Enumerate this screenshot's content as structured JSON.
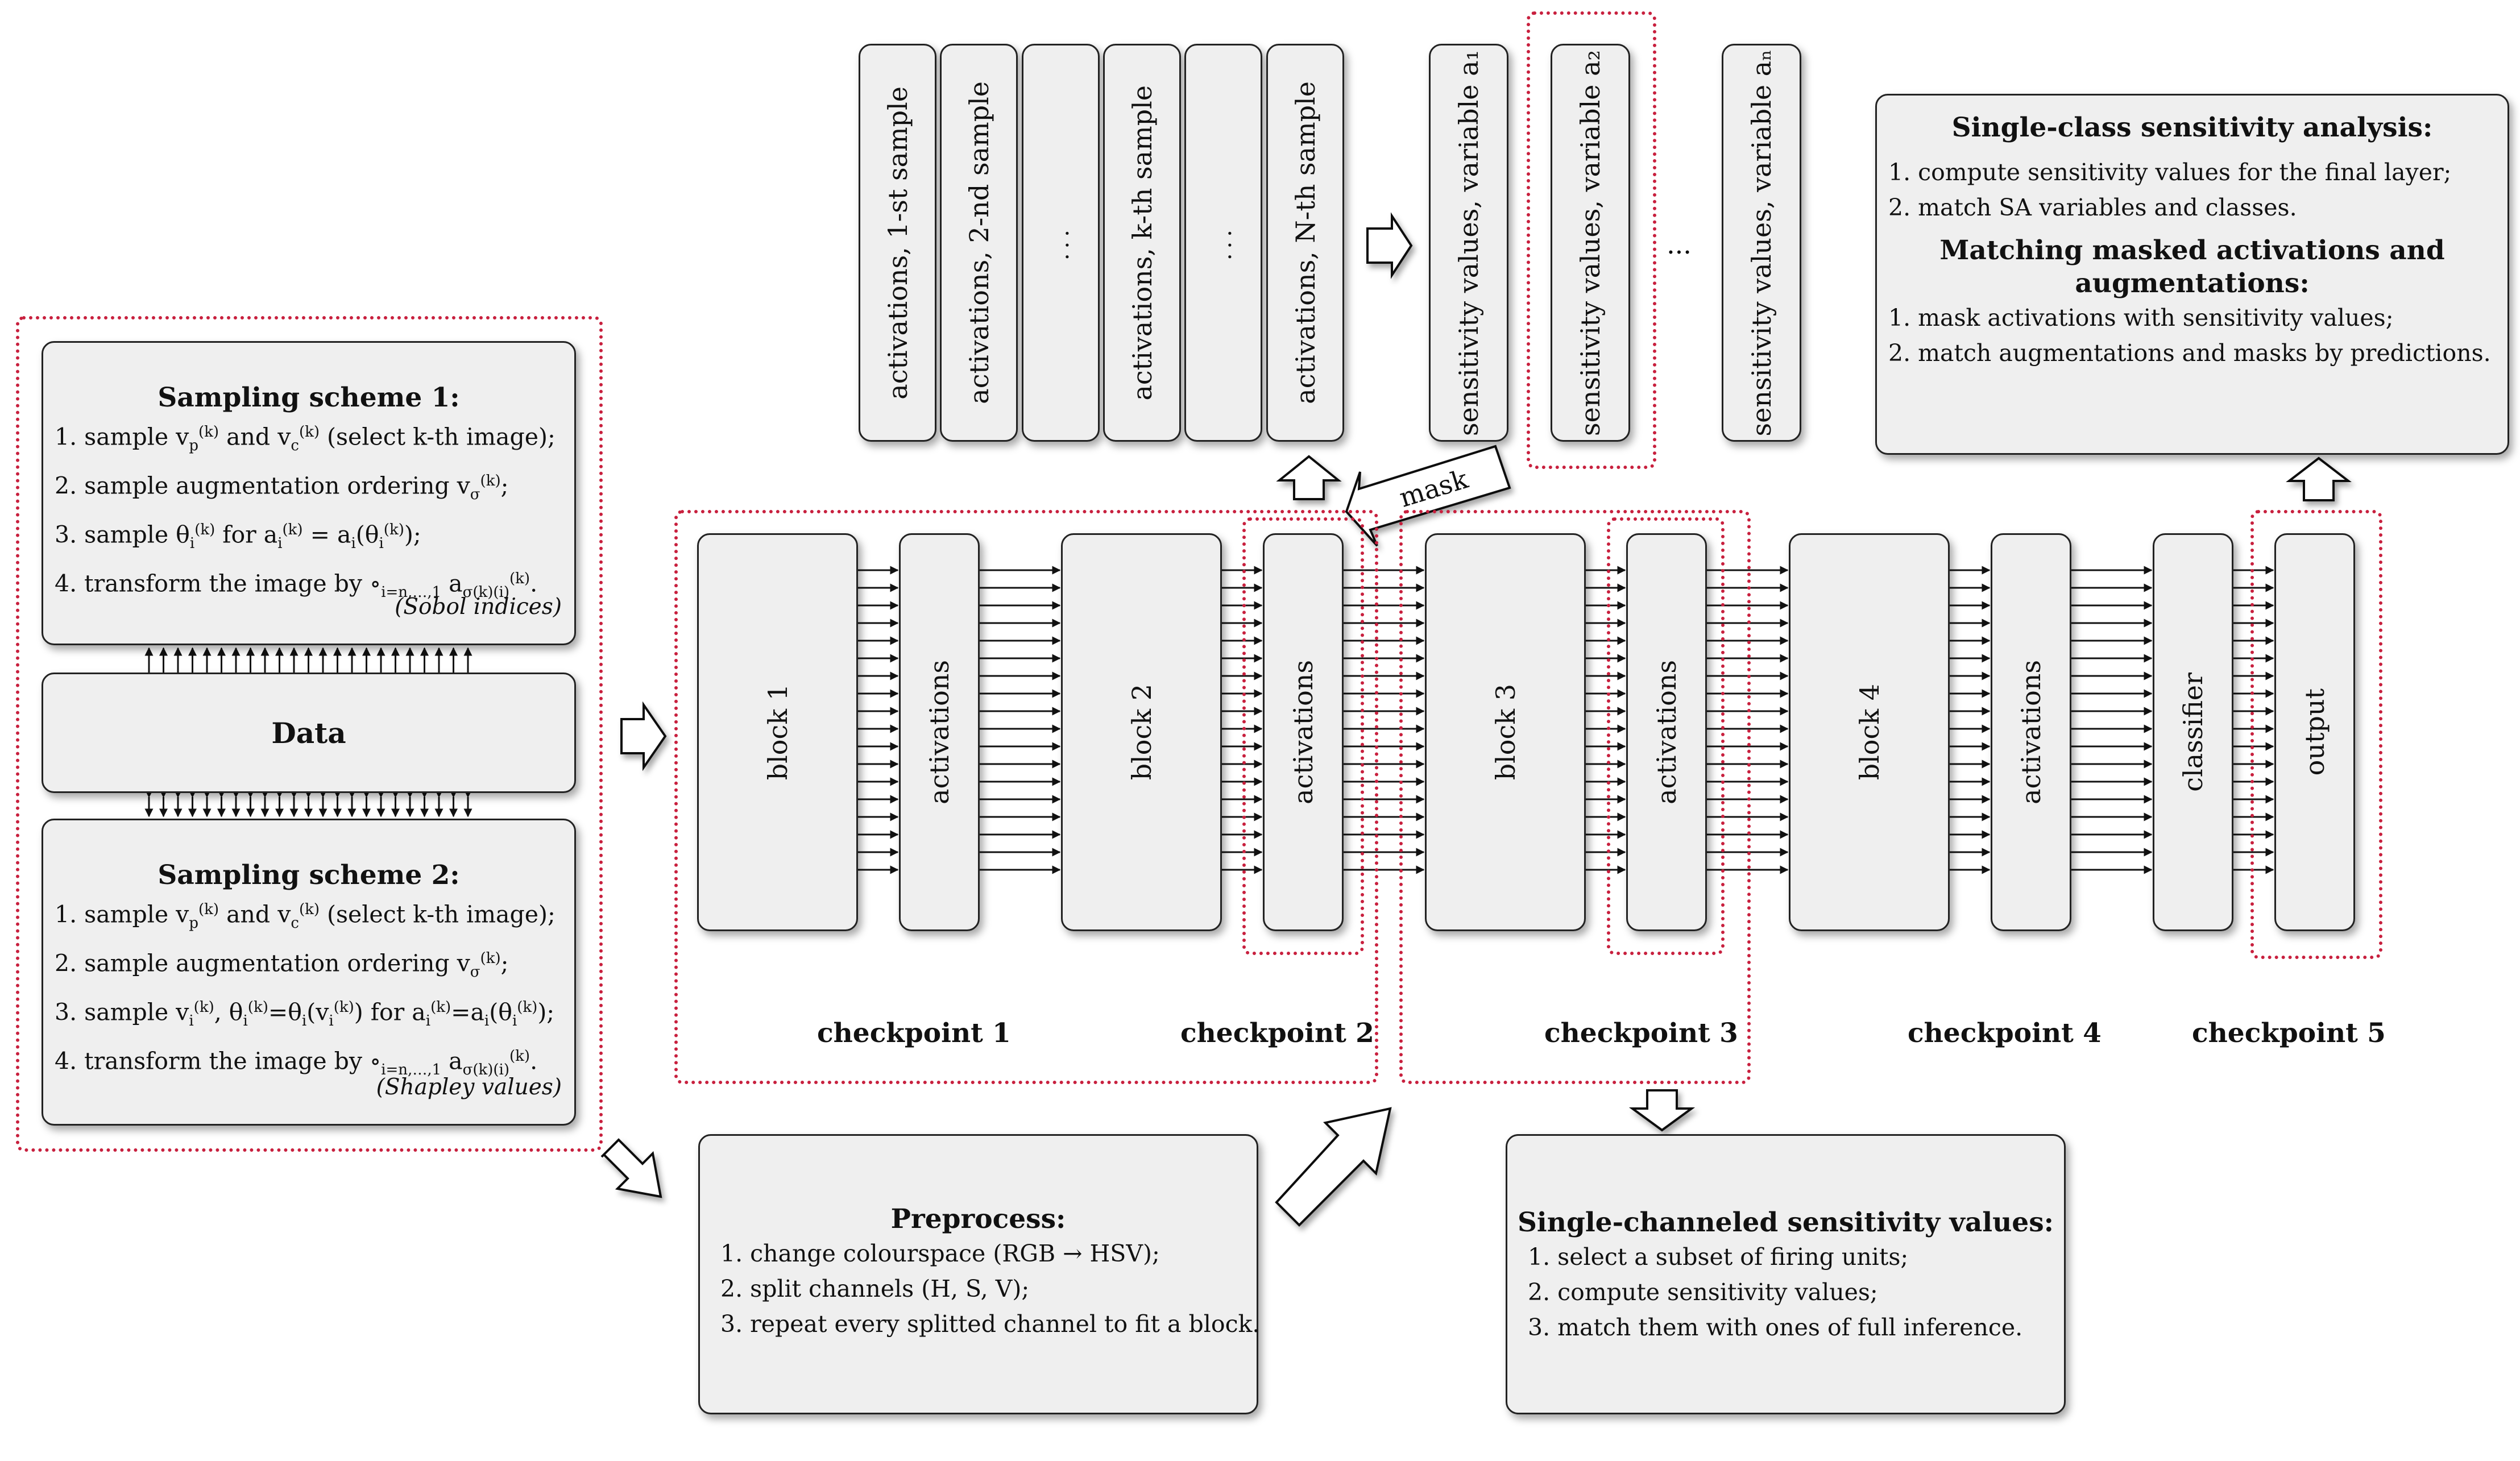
{
  "samples": {
    "labels": [
      "activations, 1-st sample",
      "activations, 2-nd sample",
      "...",
      "activations, k-th sample",
      "...",
      "activations, N-th sample"
    ]
  },
  "sensitivity": {
    "labels": [
      "sensitivity values, variable a₁",
      "sensitivity values, variable a₂",
      "sensitivity values, variable aₙ"
    ],
    "ellipsis": "..."
  },
  "pipeline": {
    "blocks": [
      "block 1",
      "activations",
      "block 2",
      "activations",
      "block 3",
      "activations",
      "block 4",
      "activations",
      "classifier",
      "output"
    ],
    "checkpoints": [
      "checkpoint 1",
      "checkpoint 2",
      "checkpoint 3",
      "checkpoint 4",
      "checkpoint 5"
    ],
    "mask_label": "mask"
  },
  "scheme1": {
    "title": "Sampling scheme 1:",
    "line1_a": "1. sample v",
    "line1_b": " and v",
    "line1_c": " (select k-th image);",
    "line2": "2. sample augmentation ordering v",
    "line3_a": "3. sample θ",
    "line3_b": " for a",
    "line3_c": " = a",
    "line3_d": "(θ",
    "line3_e": ");",
    "line4": "4. transform the image by",
    "note": "(Sobol indices)"
  },
  "data_box": {
    "label": "Data"
  },
  "scheme2": {
    "title": "Sampling scheme 2:",
    "line1_a": "1. sample v",
    "line1_b": " and v",
    "line1_c": " (select k-th image);",
    "line2": "2. sample augmentation ordering v",
    "line3_a": "3. sample v",
    "line3_b": ", θ",
    "line3_c": "=θ",
    "line3_d": "(v",
    "line3_e": ") for a",
    "line3_f": "=a",
    "line3_g": "(θ",
    "line3_h": ");",
    "line4": "4. transform the image by",
    "note": "(Shapley values)"
  },
  "preprocess": {
    "title": "Preprocess:",
    "lines": [
      "1. change colourspace (RGB → HSV);",
      "2. split channels (H, S, V);",
      "3. repeat every splitted channel to fit a block."
    ]
  },
  "single_channel": {
    "title": "Single-channeled sensitivity values:",
    "lines": [
      "1. select a subset of firing units;",
      "2. compute sensitivity values;",
      "3. match them with ones of full inference."
    ]
  },
  "single_class": {
    "title": "Single-class sensitivity analysis:",
    "lines": [
      "1. compute sensitivity values for the final layer;",
      "2. match SA variables and classes."
    ],
    "title2_line1": "Matching masked activations and",
    "title2_line2": "augmentations:",
    "lines2": [
      "1. mask activations with sensitivity values;",
      "2. match augmentations and masks by predictions."
    ]
  }
}
